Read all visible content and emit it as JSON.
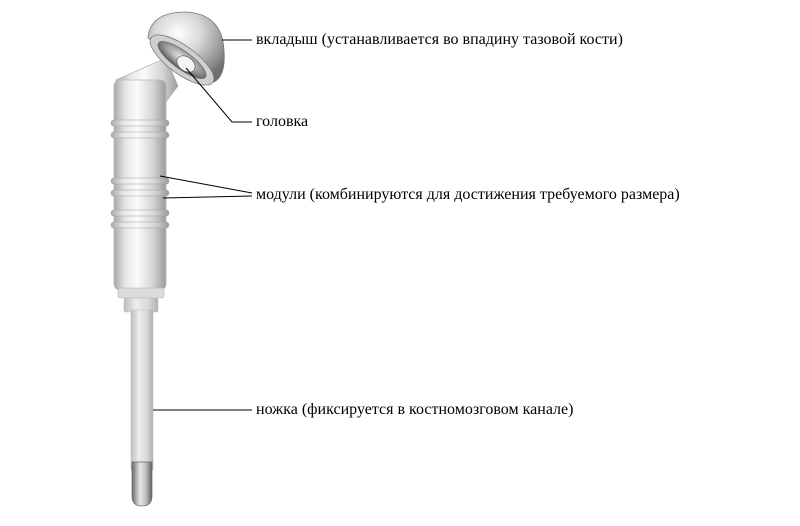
{
  "labels": {
    "liner": "вкладыш (устанавливается во впадину тазовой кости)",
    "head": "головка",
    "modules": "модули (комбинируются для достижения требуемого размера)",
    "stem": "ножка (фиксируется в костномозговом канале)"
  }
}
